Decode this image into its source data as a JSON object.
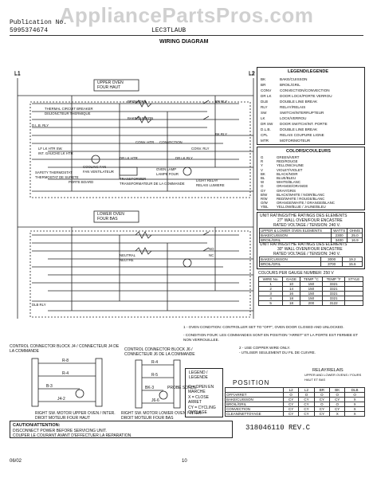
{
  "watermark": "AppliancePartsPros.com",
  "header": {
    "pub_label": "Publication No.",
    "pub_number": "5995374674",
    "model": "LEC3TLAUB",
    "title": "WIRING DIAGRAM"
  },
  "footer": {
    "date": "06/02",
    "page": "10",
    "doc_number": "318046110 REV.C"
  },
  "rails": {
    "left": "L1",
    "right": "L2"
  },
  "upper_oven_label": "UPPER OVEN\nFOUR HAUT",
  "lower_oven_label": "LOWER OVEN\nFOUR BAS",
  "circuit_labels": [
    "BROIL/GRIL",
    "BAKE/CUISSON",
    "THERMAL CIRCUIT BREAKER",
    "DISJONCTEUR THERMIQUE",
    "D.L.B. RLY",
    "CONV. HTR",
    "CONV. RLY",
    "DR LK HTR",
    "DR LK RLY",
    "LF LK HTR SW.",
    "INT. GAUCHE LK HTR",
    "COOLING FAN",
    "FAN VENTILATEUR",
    "SAFETY THERMOSTAT",
    "THERMOSTAT DE SURETE",
    "PORTE BOARD",
    "TRANSFORMER",
    "TRANSFORMATEUR DE LA COMMANDE",
    "OVEN LAMP",
    "LAMPE FOUR",
    "LIGHT RELAY",
    "RELAIS LUMIERE",
    "NEUTRAL",
    "NEUTRE",
    "BR RLY",
    "BK RLY",
    "NO",
    "NC",
    "CONVECTION",
    "DLB RLY"
  ],
  "legend": {
    "title": "LEGEND/LEGENDE",
    "items": [
      [
        "BK",
        "BAKE/CUISSON"
      ],
      [
        "BR",
        "BROIL/GRIL"
      ],
      [
        "CONV",
        "CONVECTION/CONVECTION"
      ],
      [
        "DR LK",
        "DOOR LOCK/PORTE VERROU"
      ],
      [
        "DLB",
        "DOUBLE LINE BREAK"
      ],
      [
        "RLY",
        "RELAY/RELAIS"
      ],
      [
        "SW",
        "SWITCH/INTERRUPTEUR"
      ],
      [
        "LK",
        "LOCK/VERROU"
      ],
      [
        "DR SW",
        "DOOR SWITCH/INT. PORTE"
      ],
      [
        "D.L.B.",
        "DOUBLE LINE BREAK"
      ],
      [
        "CPL",
        "RELAIS COUPURE LIGNE"
      ],
      [
        "MTR",
        "MOTOR/MOTEUR"
      ]
    ]
  },
  "colors": {
    "title": "COLORS/COULEURS",
    "items": [
      [
        "G",
        "GREEN/VERT"
      ],
      [
        "R",
        "RED/ROUGE"
      ],
      [
        "Y",
        "YELLOW/JAUNE"
      ],
      [
        "V",
        "VIOLET/VIOLET"
      ],
      [
        "BK",
        "BLACK/NOIR"
      ],
      [
        "BL",
        "BLUE/BLEU"
      ],
      [
        "W",
        "WHITE/BLANC"
      ],
      [
        "O",
        "ORANGE/ORANGE"
      ],
      [
        "GY",
        "GRAY/GRIS"
      ],
      [
        "B/W",
        "BLACK/WHITE / NOIR/BLANC"
      ],
      [
        "R/W",
        "RED/WHITE / ROUGE/BLANC"
      ],
      [
        "O/W",
        "ORANGE/WHITE / ORANGE/BLANC"
      ],
      [
        "Y/BL",
        "YELLOW/BLUE / JAUNE/BLEU"
      ]
    ]
  },
  "ratings": {
    "title1": "UNIT RATINGS/THE RATINGS DES ELEMENTS",
    "sub1": "27\" WALL OVEN/FOUR ENCASTRE",
    "voltage1": "RATED VOLTAGE / TENSION: 240 V.",
    "head1": [
      "UPPER & LOWER OVEN ELEMENTS",
      "WATTS",
      "OHMS"
    ],
    "rows1": [
      [
        "BAKE/CUISSON",
        "2300",
        "25.0"
      ],
      [
        "BROIL/GRIL",
        "3400",
        "16.9"
      ]
    ],
    "title2": "UNIT RATINGS/THE RATINGS DES ELEMENTS",
    "sub2": "30\" WALL OVEN/FOUR ENCASTRE",
    "voltage2": "RATED VOLTAGE / TENSION: 240 V.",
    "rows2": [
      [
        "BAKE/CUISSON",
        "3000",
        "19.2"
      ],
      [
        "BROIL/GRIL",
        "3700",
        "15.6"
      ]
    ]
  },
  "wire_table": {
    "note": "COLOURS PER GAUGE NUMBER: 250 V",
    "head": [
      "WIRE No.",
      "GAGE",
      "TEMP °C",
      "TEMP °F",
      "STYLE"
    ],
    "rows": [
      [
        "1",
        "10",
        "150",
        "3321",
        ""
      ],
      [
        "2",
        "14",
        "150",
        "3321",
        ""
      ],
      [
        "3",
        "16",
        "150",
        "3321",
        ""
      ],
      [
        "4",
        "18",
        "150",
        "3321",
        ""
      ],
      [
        "5",
        "18",
        "200",
        "3122",
        ""
      ]
    ]
  },
  "notes": [
    "1 - OVEN CONDITION: CONTROLLER SET TO \"OFF\", OVEN DOOR CLOSED AND UNLOCKED.",
    "- CONDITION FOUR: LES COMMANDES SONT EN POSITION \"ARRET\" ET LA PORTE EST FERMEE ET NON VERROUILLEE.",
    "2 - USE COPPER WIRE ONLY.",
    "- UTILISER SEULEMENT DU FIL DE CUIVRE."
  ],
  "connectors": {
    "left_title": "CONTROL CONNECTOR BLOCK J4 / CONNECTEUR J4 DE LA COMMANDE",
    "left_caption": "RIGHT SW. MOTOR UPPER OVEN / INTER. DROIT MOTEUR FOUR HAUT",
    "mid_title": "CONTROL CONNECTOR BLOCK J6 / CONNECTEUR J6 DE LA COMMANDE",
    "mid_caption": "RIGHT SW. MOTOR LOWER OVEN / INTER. DROIT MOTEUR FOUR BAS",
    "probe": "PROBE SONDE",
    "pins_left": [
      "R-8",
      "R-4",
      "B-3",
      "J4-2"
    ],
    "pins_mid": [
      "R-4",
      "R-5",
      "BK-3",
      "J6-6"
    ]
  },
  "relay_legend": {
    "title": "LEGEND / LEGENDE",
    "items": [
      "O = OPEN EN MARCHE",
      "X = CLOSE ARRET",
      "CY = CYCLING CYCLAGE"
    ]
  },
  "relay_table": {
    "title": "RELAY/RELAIS",
    "subtitle": "UPPER AND LOWER OVENS / FOURS HAUT ET BAS",
    "position_label": "POSITION",
    "columns": [
      "L2",
      "L2",
      "BR",
      "BK",
      "DLB"
    ],
    "rows": [
      [
        "OFF/ARRET",
        "O",
        "O",
        "O",
        "O",
        "O"
      ],
      [
        "BAKE/CUISSON",
        "CY",
        "CY",
        "CY",
        "CY",
        "X"
      ],
      [
        "BROIL/GRIL",
        "CY",
        "CY",
        "O",
        "O",
        "X"
      ],
      [
        "CONVECTION",
        "CY",
        "CY",
        "CY",
        "CY",
        "X"
      ],
      [
        "CLEAN/NETTOYAGE",
        "CY",
        "CY",
        "CY",
        "X",
        "X"
      ]
    ]
  },
  "caution": {
    "title": "CAUTION/ATTENTION:",
    "en": "DISCONNECT POWER BEFORE SERVICING UNIT.",
    "fr": "COUPER LE COURANT AVANT D'EFFECTUER LA REPARATION."
  }
}
